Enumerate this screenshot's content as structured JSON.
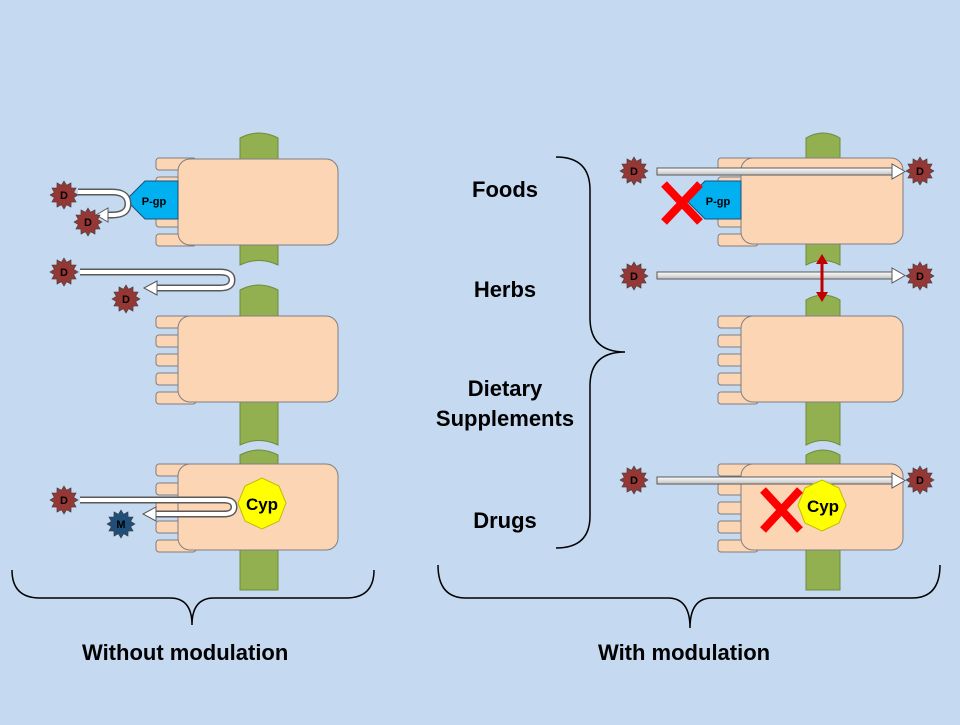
{
  "captions": {
    "left": "Without modulation",
    "right": "With modulation"
  },
  "modulators": [
    "Foods",
    "Herbs",
    "Dietary Supplements",
    "Drugs"
  ],
  "labels": {
    "drug": "D",
    "metabolite": "M",
    "pgp": "P-gp",
    "cyp": "Cyp"
  },
  "colors": {
    "background": "#c5d9f1",
    "cell": "#fcd5b5",
    "membrane": "#92b050",
    "pgp": "#00b0f0",
    "cyp": "#ffff00",
    "drug": "#953735",
    "metabolite": "#1f4e79",
    "inhibit_x": "#ff0000",
    "double_arrow": "#c00000"
  }
}
